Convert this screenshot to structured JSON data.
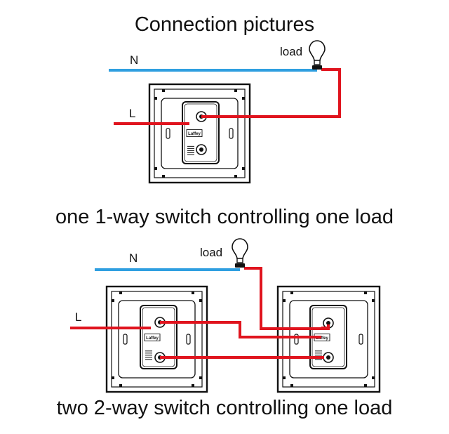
{
  "title": "Connection pictures",
  "diagram1": {
    "caption": "one 1-way switch controlling one load",
    "neutral_label": "N",
    "live_label": "L",
    "load_label": "load"
  },
  "diagram2": {
    "caption": "two 2-way switch controlling one load",
    "neutral_label": "N",
    "live_label": "L",
    "load_label": "load"
  },
  "switch_brand": "Laffey",
  "colors": {
    "neutral_wire": "#2f9fe0",
    "live_wire": "#e0141e",
    "outline": "#111111",
    "background": "#ffffff"
  },
  "icons": {
    "load": "lightbulb-icon",
    "switch": "wall-switch-plate"
  }
}
